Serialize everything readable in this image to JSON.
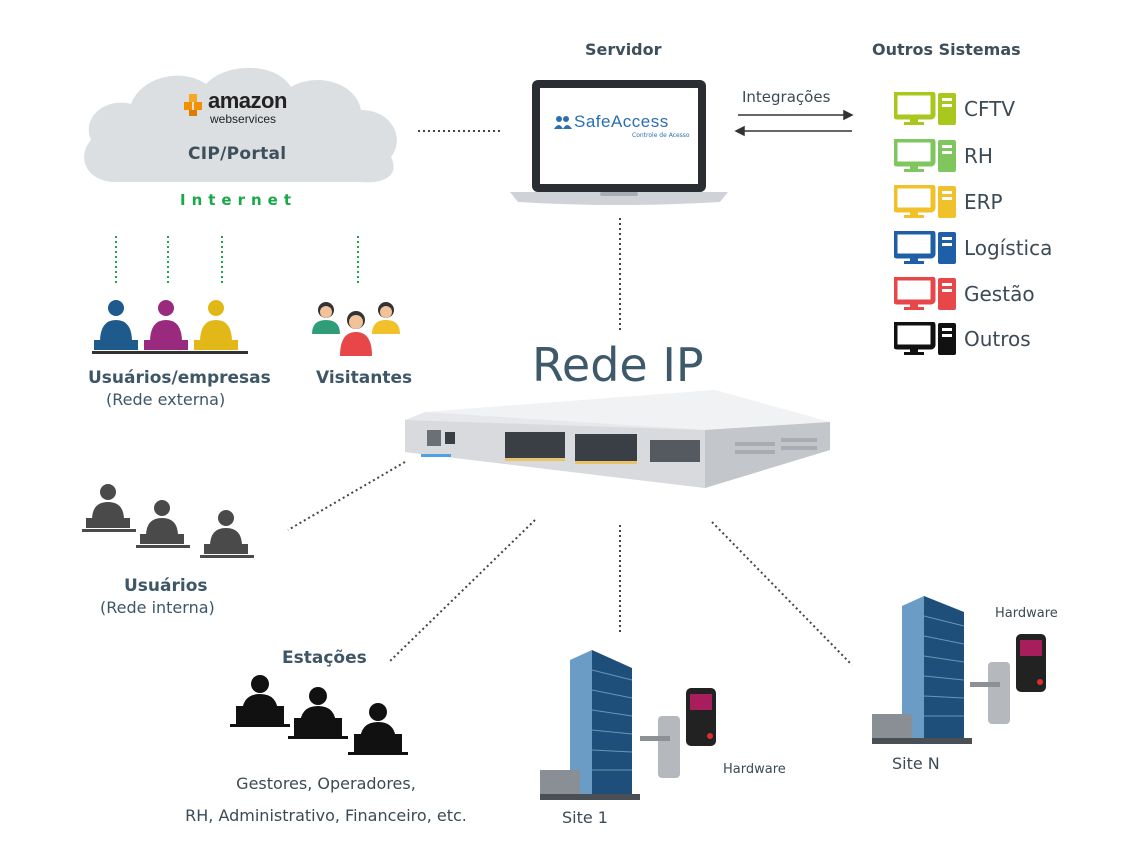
{
  "cloud": {
    "aws_word": "amazon",
    "aws_sub": "webservices",
    "label": "CIP/Portal"
  },
  "internet_label": "Internet",
  "server": {
    "title": "Servidor",
    "logo_text": "SafeAccess",
    "logo_sub": "Controle de Acesso"
  },
  "integrations_label": "Integrações",
  "other_systems": {
    "title": "Outros Sistemas",
    "items": [
      {
        "label": "CFTV",
        "color": "#a8c81e"
      },
      {
        "label": "RH",
        "color": "#7fc65e"
      },
      {
        "label": "ERP",
        "color": "#f0c12a"
      },
      {
        "label": "Logística",
        "color": "#1f5fa8"
      },
      {
        "label": "Gestão",
        "color": "#e8474a"
      },
      {
        "label": "Outros",
        "color": "#111111"
      }
    ]
  },
  "network_label": "Rede IP",
  "external_users": {
    "title": "Usuários/empresas",
    "subtitle": "(Rede externa)"
  },
  "visitors": {
    "title": "Visitantes"
  },
  "internal_users": {
    "title": "Usuários",
    "subtitle": "(Rede interna)"
  },
  "stations": {
    "title": "Estações",
    "desc_line1": "Gestores, Operadores,",
    "desc_line2": "RH, Administrativo, Financeiro, etc."
  },
  "site1": {
    "label": "Site 1",
    "hardware": "Hardware"
  },
  "siteN": {
    "label": "Site N",
    "hardware": "Hardware"
  }
}
